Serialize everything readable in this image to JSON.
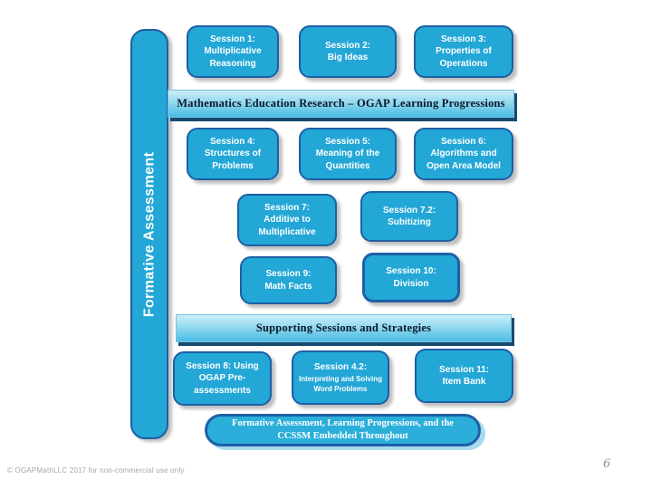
{
  "slide": {
    "vertical_bar": {
      "label": "Formative Assessment"
    },
    "banners": {
      "research": "Mathematics Education Research – OGAP Learning Progressions",
      "supporting": "Supporting Sessions and Strategies",
      "bottom_line1": "Formative Assessment, Learning Progressions, and the",
      "bottom_line2": "CCSSM Embedded Throughout"
    },
    "sessions": [
      {
        "id": "session-1",
        "l1": "Session 1:",
        "l2": "Multiplicative",
        "l3": "Reasoning"
      },
      {
        "id": "session-2",
        "l1": "Session 2:",
        "l2": "Big Ideas"
      },
      {
        "id": "session-3",
        "l1": "Session 3:",
        "l2": "Properties of",
        "l3": "Operations"
      },
      {
        "id": "session-4",
        "l1": "Session 4:",
        "l2": "Structures of",
        "l3": "Problems"
      },
      {
        "id": "session-5",
        "l1": "Session 5:",
        "l2": "Meaning of the",
        "l3": "Quantities"
      },
      {
        "id": "session-6",
        "l1": "Session 6:",
        "l2": "Algorithms and",
        "l3": "Open Area Model"
      },
      {
        "id": "session-7",
        "l1": "Session 7:",
        "l2": "Additive to",
        "l3": "Multiplicative"
      },
      {
        "id": "session-7-2",
        "l1": "Session 7.2:",
        "l2": "Subitizing"
      },
      {
        "id": "session-9",
        "l1": "Session 9:",
        "l2": "Math Facts"
      },
      {
        "id": "session-10",
        "l1": "Session 10:",
        "l2": "Division"
      },
      {
        "id": "session-8",
        "l1": "Session 8: Using",
        "l2": "OGAP Pre-",
        "l3": "assessments"
      },
      {
        "id": "session-4-2",
        "l1": "Session 4.2:",
        "l2": "Interpreting and Solving",
        "l3": "Word Problems"
      },
      {
        "id": "session-11",
        "l1": "Session 11:",
        "l2": "Item Bank"
      }
    ],
    "footer": {
      "copyright": "© OGAPMathLLC 2017 for non-commercial use only",
      "page_number": "6"
    },
    "colors": {
      "box_fill": "#22a7d6",
      "box_border": "#1e5fa5",
      "banner_gradient_top": "#cdeef9",
      "banner_gradient_bottom": "#49bce4",
      "banner_shadow_navy": "#17496f",
      "pill_fill": "#2bafda",
      "pill_shadow_light_blue": "#a5dbef",
      "box_text": "#ffffff",
      "banner_text": "#0c1a2a",
      "footer_text": "#a6a6a6"
    }
  }
}
